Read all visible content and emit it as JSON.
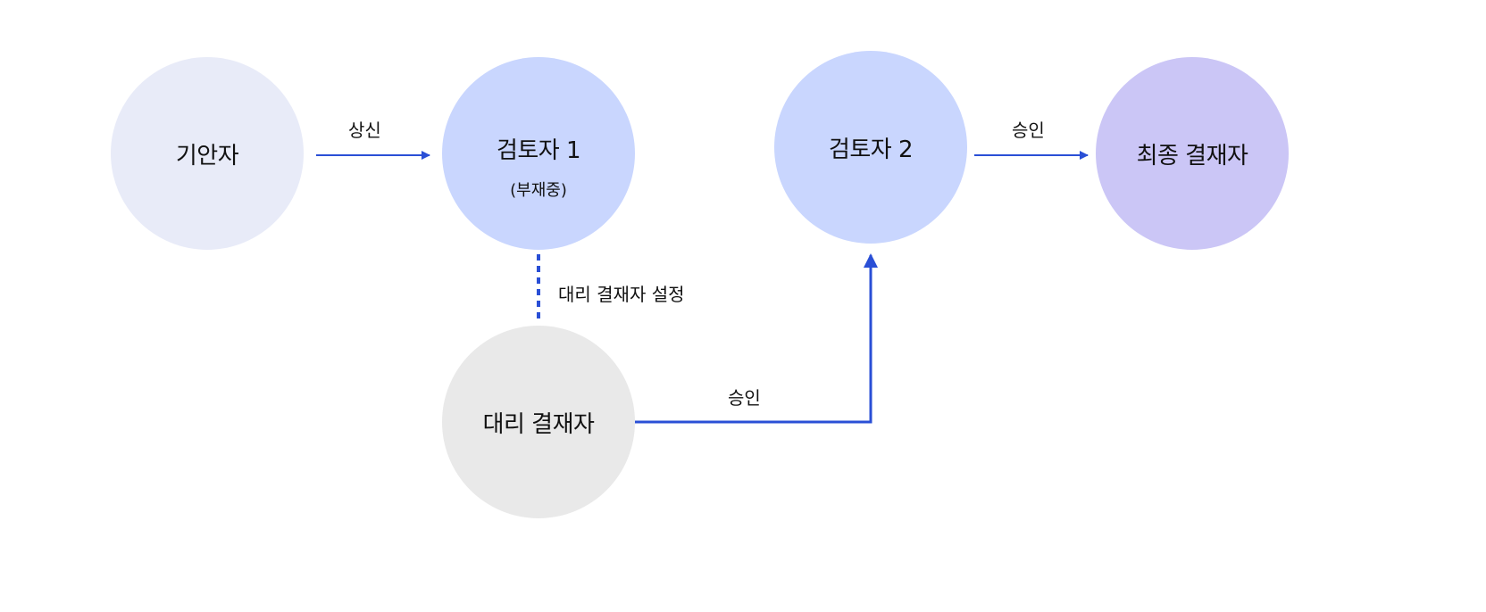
{
  "nodes": {
    "drafter": {
      "label": "기안자"
    },
    "reviewer1": {
      "label": "검토자 1",
      "status": "(부재중)"
    },
    "reviewer2": {
      "label": "검토자 2"
    },
    "final": {
      "label": "최종 결재자"
    },
    "proxy": {
      "label": "대리 결재자"
    }
  },
  "edges": {
    "submit": "상신",
    "proxy_setting": "대리 결재자 설정",
    "proxy_approve": "승인",
    "final_approve": "승인"
  },
  "colors": {
    "drafter": "#e8ebf8",
    "reviewer": "#c9d6fe",
    "final": "#cbc6f6",
    "proxy": "#e9e9e9",
    "arrow": "#2a4fd6"
  }
}
